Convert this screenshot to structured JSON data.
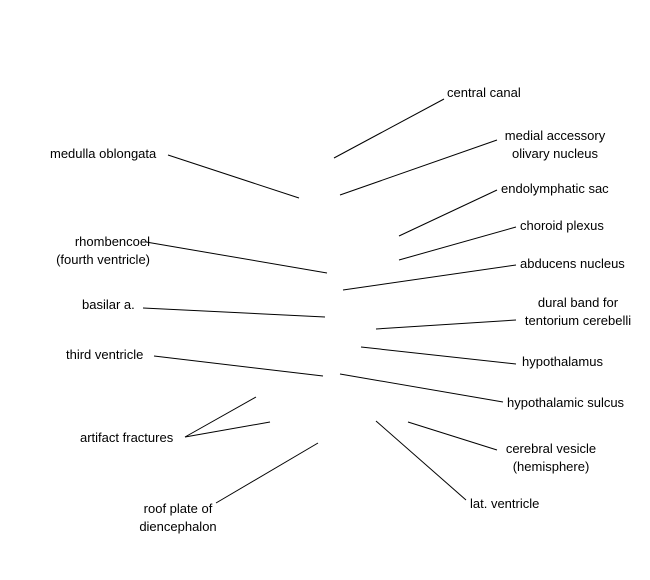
{
  "labels": {
    "central_canal": "central canal",
    "medial_accessory_olivary_nucleus": [
      "medial accessory",
      "olivary nucleus"
    ],
    "medulla_oblongata": "medulla oblongata",
    "endolymphatic_sac": "endolymphatic sac",
    "choroid_plexus": "choroid plexus",
    "rhombencoel": [
      "rhombencoel",
      "(fourth ventricle)"
    ],
    "abducens_nucleus": "abducens nucleus",
    "basilar_a": "basilar a.",
    "dural_band": [
      "dural band for",
      "tentorium cerebelli"
    ],
    "third_ventricle": "third ventricle",
    "hypothalamus": "hypothalamus",
    "hypothalamic_sulcus": "hypothalamic sulcus",
    "artifact_fractures": "artifact fractures",
    "cerebral_vesicle": [
      "cerebral vesicle",
      "(hemisphere)"
    ],
    "lat_ventricle": "lat. ventricle",
    "roof_plate": [
      "roof plate of",
      "diencephalon"
    ]
  },
  "line_color": "#000000"
}
